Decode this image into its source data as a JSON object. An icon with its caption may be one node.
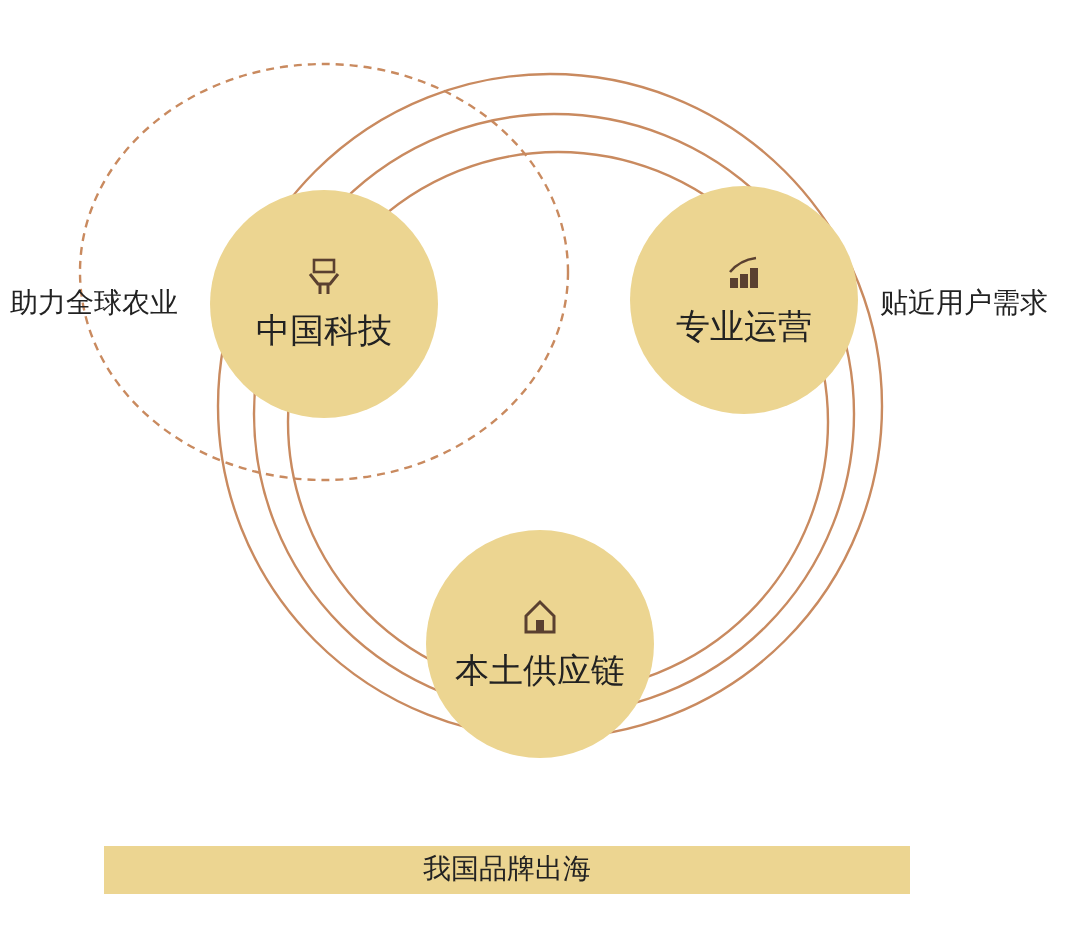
{
  "diagram": {
    "nodes": [
      {
        "text": [
          "中国科技"
        ]
      },
      {
        "text": [
          "专业运营"
        ]
      },
      {
        "text": [
          "本土供应链"
        ]
      },
      {
        "text": [
          "我国品牌出海"
        ]
      }
    ],
    "labels": [
      "助力全球农业",
      "贴近用户需求"
    ]
  }
}
